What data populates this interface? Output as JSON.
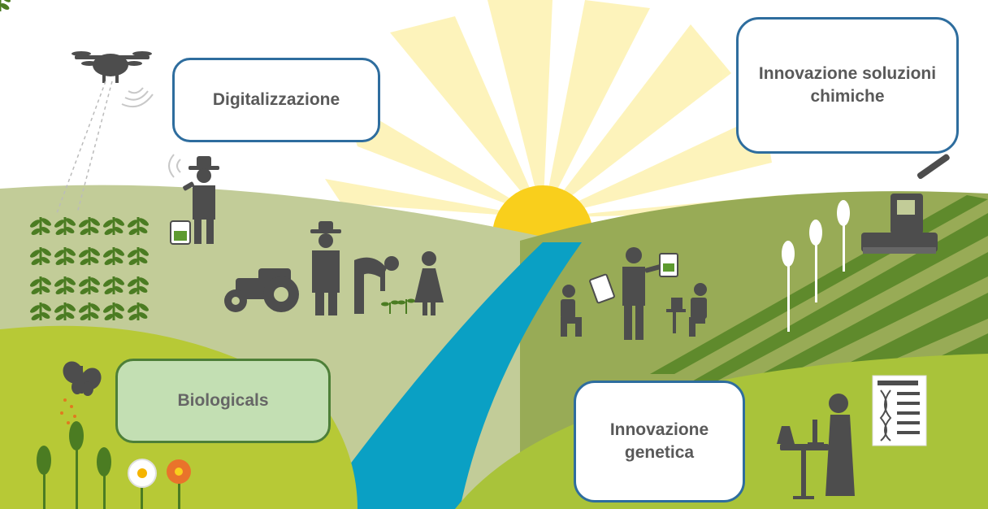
{
  "labels": {
    "digitalizzazione": "Digitalizzazione",
    "chimica": "Innovazione soluzioni chimiche",
    "biologicals": "Biologicals",
    "genetica": "Innovazione genetica"
  },
  "colors": {
    "sky": "#ffffff",
    "sun": "#f9cf1c",
    "sun_rays": "#fdf2b0",
    "hill_back_left": "#c2cc98",
    "hill_back_right": "#98ab56",
    "field_stripe_dark": "#5f8a2c",
    "hill_front_left": "#b7c936",
    "hill_front_right": "#a9c33a",
    "river": "#0aa0c4",
    "silhouette": "#4d4d4d",
    "crop_green": "#4b7c22",
    "box_border_blue": "#2e6d9e",
    "box_border_green": "#4d7f38",
    "box_fill_green": "#c3dfb3",
    "label_text": "#595959"
  }
}
